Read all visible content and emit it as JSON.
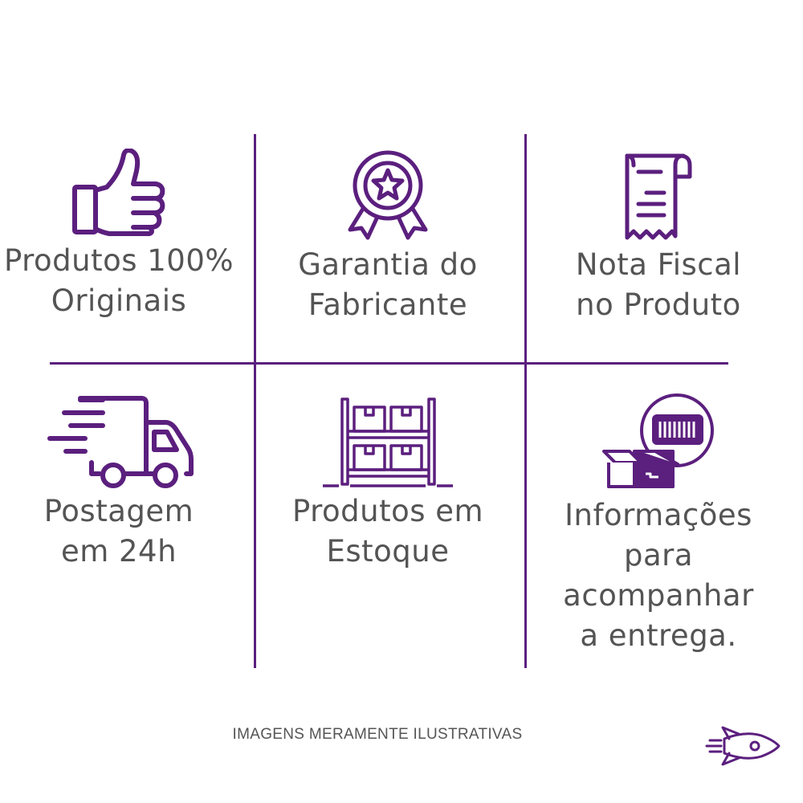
{
  "features": [
    {
      "icon": "thumbs-up-icon",
      "lines": [
        "Produtos 100%",
        "Originais"
      ]
    },
    {
      "icon": "award-ribbon-icon",
      "lines": [
        "Garantia do",
        "Fabricante"
      ]
    },
    {
      "icon": "receipt-icon",
      "lines": [
        "Nota Fiscal",
        "no Produto"
      ]
    },
    {
      "icon": "delivery-truck-icon",
      "lines": [
        "Postagem",
        "em 24h"
      ]
    },
    {
      "icon": "warehouse-shelf-icon",
      "lines": [
        "Produtos em",
        "Estoque"
      ]
    },
    {
      "icon": "package-barcode-icon",
      "lines": [
        "Informações",
        "para acompanhar",
        "a entrega."
      ]
    }
  ],
  "footer": {
    "disclaimer": "IMAGENS MERAMENTE ILUSTRATIVAS"
  },
  "brand": {
    "logo_icon": "rocket-icon"
  },
  "colors": {
    "accent": "#5b1f7e",
    "text": "#545454"
  }
}
